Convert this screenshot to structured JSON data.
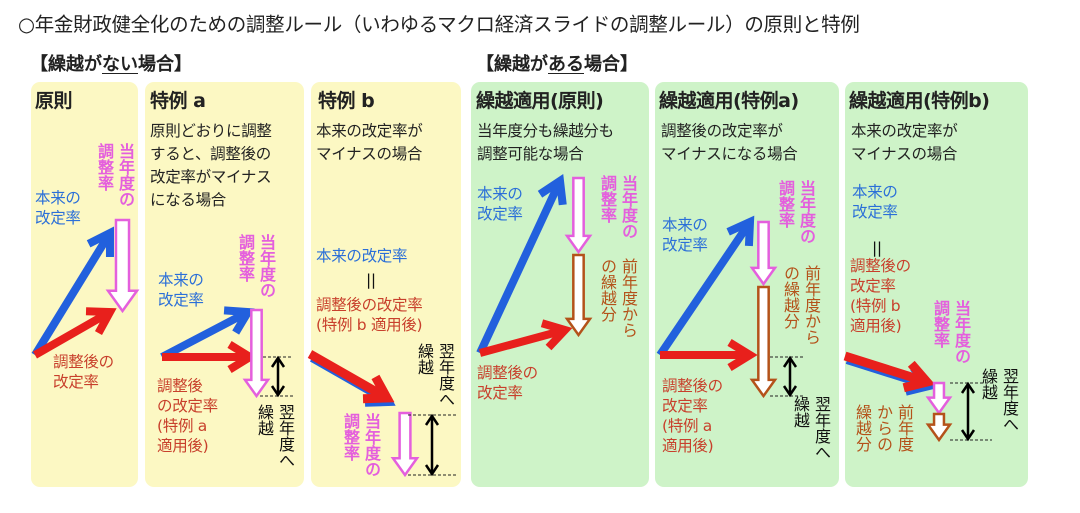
{
  "title": "○年金財政健全化のための調整ルール（いわゆるマクロ経済スライドの調整ルール）の原則と特例",
  "sections": {
    "no_carry": {
      "prefix": "【繰越が",
      "em": "ない",
      "suffix": "場合】"
    },
    "with_carry": {
      "prefix": "【繰越が",
      "em": "ある",
      "suffix": "場合】"
    }
  },
  "labels": {
    "original_rate": "本来の\n改定率",
    "original_rate_inline": "本来の改定率",
    "current_adjust": "当年度の\n調整率",
    "adjusted_rate": "調整後の\n改定率",
    "equals": "||",
    "carry_next": "翌年度へ\n繰越",
    "carry_prev": "前年度から\nの繰越分",
    "carry_prev_b": "前年度\nからの\n繰越分"
  },
  "colors": {
    "yellow_panel": "#fcf8c3",
    "green_panel": "#cef3c8",
    "blue": "#2b6fd8",
    "red": "#e8201c",
    "pink": "#e45fdd",
    "brown": "#b4521a"
  },
  "panels": [
    {
      "heading": "原則",
      "adjusted": "調整後の\n改定率"
    },
    {
      "heading": "特例 a",
      "desc": "原則どおりに調整\nすると、調整後の\n改定率がマイナス\nになる場合",
      "adjusted": "調整後\nの改定率\n(特例 a\n 適用後)"
    },
    {
      "heading": "特例 b",
      "desc": "本来の改定率が\nマイナスの場合",
      "adjusted": "調整後の改定率\n(特例 b 適用後)"
    },
    {
      "heading": "繰越適用(原則)",
      "desc": "当年度分も繰越分も\n調整可能な場合",
      "adjusted": "調整後の\n改定率"
    },
    {
      "heading": "繰越適用(特例a)",
      "desc": "調整後の改定率が\nマイナスになる場合",
      "adjusted": "調整後の\n改定率\n(特例 a\n 適用後)"
    },
    {
      "heading": "繰越適用(特例b)",
      "desc": "本来の改定率が\nマイナスの場合",
      "adjusted": "調整後の\n改定率\n(特例 b\n 適用後)"
    }
  ]
}
